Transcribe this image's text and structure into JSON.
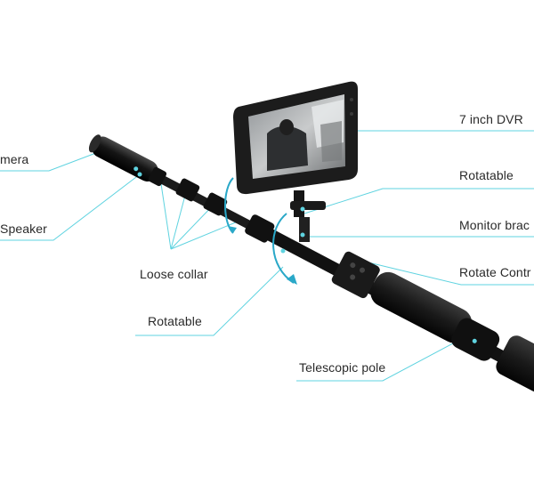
{
  "callouts": {
    "camera": "mera",
    "speaker": "Speaker",
    "loose_collar": "Loose collar",
    "rotatable_left": "Rotatable",
    "telescopic_pole": "Telescopic pole",
    "dvr": "7 inch DVR",
    "rotatable_right": "Rotatable",
    "monitor_bracket": "Monitor brac",
    "rotate_control": "Rotate Contr"
  },
  "colors": {
    "leader_line": "#5fd3e0",
    "pole": "#141414",
    "monitor_frame": "#1c1c1c",
    "arrow": "#2aa8c8"
  }
}
